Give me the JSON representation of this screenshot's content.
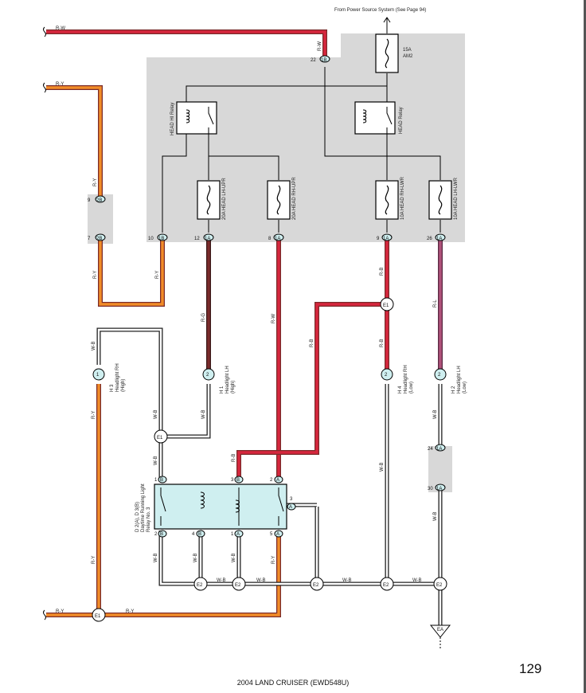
{
  "header": {
    "source_note": "From Power Source System (See Page 94)"
  },
  "fuses": {
    "am2": {
      "amps": "15A",
      "name": "AM2"
    },
    "lh_upr": "20A HEAD LH-UPR",
    "rh_upr": "20A HEAD RH-UPR",
    "rh_lwr": "10A HEAD RH-LWR",
    "lh_lwr": "10A HEAD LH-LWR"
  },
  "relays": {
    "hi": "HEAD HI Relay",
    "head": "HEAD Relay"
  },
  "wires": {
    "rw": "R-W",
    "ry": "R-Y",
    "rg": "R-G",
    "rb": "R-B",
    "rl": "R-L",
    "wb": "W-B"
  },
  "connectors": {
    "c22": {
      "pin": "22",
      "id": "1B"
    },
    "c9": {
      "pin": "9",
      "id": "2B"
    },
    "c7": {
      "pin": "7",
      "id": "2B"
    },
    "c10": {
      "pin": "10",
      "id": "1B"
    },
    "c12": {
      "pin": "12",
      "id": "1A"
    },
    "c8": {
      "pin": "8",
      "id": "1A"
    },
    "c9a": {
      "pin": "9",
      "id": "1A"
    },
    "c26": {
      "pin": "26",
      "id": "1A"
    },
    "c24": {
      "pin": "24",
      "id": "1A"
    },
    "c30": {
      "pin": "30",
      "id": "1A"
    }
  },
  "splices": {
    "e1": "E1",
    "e2": "E2"
  },
  "ground": "EA",
  "headlights": {
    "h3": {
      "id": "H 3",
      "name": "Headlight RH",
      "mode": "(High)",
      "pin": "1"
    },
    "h1": {
      "id": "H 1",
      "name": "Headlight LH",
      "mode": "(High)",
      "pin": "2"
    },
    "h4": {
      "id": "H 4",
      "name": "Headlight RH",
      "mode": "(Low)",
      "pin": "2"
    },
    "h2": {
      "id": "H 2",
      "name": "Headlight LH",
      "mode": "(Low)",
      "pin": "2"
    }
  },
  "drl_relay": {
    "line1": "D 2(A), D 3(B)",
    "line2": "Daytime Running Light",
    "line3": "Relay No. 3",
    "pins_top": [
      "1",
      "3",
      "2"
    ],
    "pin_side": "3",
    "pins_bottom": [
      "2",
      "4",
      "1",
      "5"
    ],
    "conn_a": "A",
    "conn_b": "B"
  },
  "page_number": "129",
  "footer": "2004 LAND CRUISER (EWD548U)",
  "colors": {
    "red": "#d7263d",
    "orange": "#f28c28",
    "maroon": "#7a2b2b",
    "pink": "#b0527a",
    "box": "#d8d8d8",
    "relay_fill": "#cfeff0"
  }
}
